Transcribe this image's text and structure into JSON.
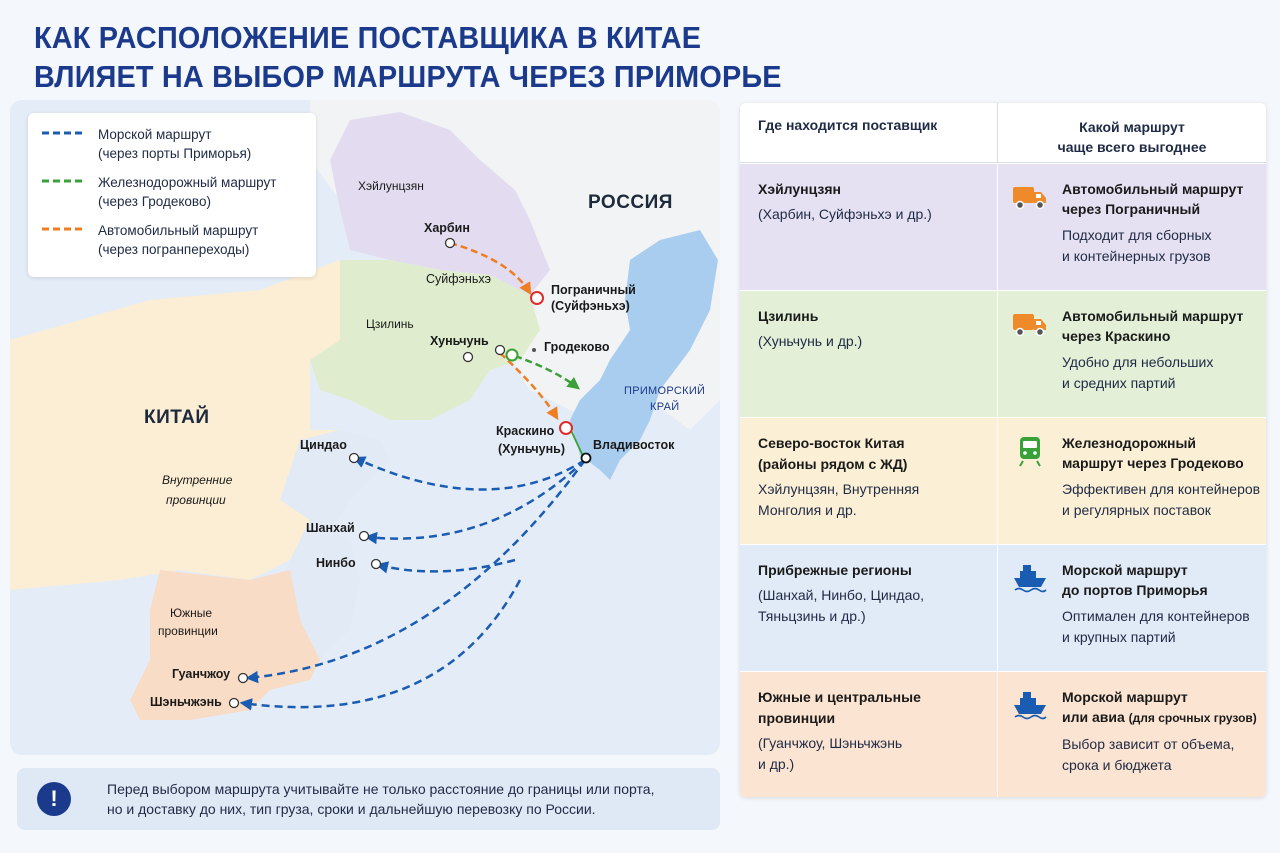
{
  "title": {
    "line1": "КАК РАСПОЛОЖЕНИЕ ПОСТАВЩИКА В КИТАЕ",
    "line2": "ВЛИЯЕТ НА ВЫБОР МАРШРУТА ЧЕРЕЗ ПРИМОРЬЕ"
  },
  "colors": {
    "sea": "#1b5cb3",
    "rail": "#3aa13a",
    "auto": "#ef7d22",
    "heilongjiang": "#e3dcf0",
    "jilin": "#dfedce",
    "north_china": "#fbeed4",
    "coastal": "#e2eaf5",
    "south": "#f9dcc5",
    "primorye": "#a9cdee",
    "russia": "#f2f3f5",
    "water": "#e4edf7",
    "title": "#1b3a8c"
  },
  "legend": [
    {
      "type": "sea",
      "line1": "Морской маршрут",
      "line2": "(через порты Приморья)"
    },
    {
      "type": "rail",
      "line1": "Железнодорожный маршрут",
      "line2": "(через Гродеково)"
    },
    {
      "type": "auto",
      "line1": "Автомобильный маршрут",
      "line2": "(через погранпереходы)"
    }
  ],
  "map": {
    "russia": "РОССИЯ",
    "china": "КИТАЙ",
    "heilongjiang": "Хэйлунцзян",
    "jilin": "Цзилинь",
    "inner_1": "Внутренние",
    "inner_2": "провинции",
    "south_1": "Южные",
    "south_2": "провинции",
    "krai_1": "ПРИМОРСКИЙ",
    "krai_2": "КРАЙ",
    "harbin": "Харбин",
    "suifenhe": "Суйфэньхэ",
    "pogranichny_1": "Пограничный",
    "pogranichny_2": "(Суйфэньхэ)",
    "hunchun": "Хуньчунь",
    "grodekovo": "Гродеково",
    "kraskino_1": "Краскино",
    "kraskino_2": "(Хуньчунь)",
    "vladivostok": "Владивосток",
    "qingdao": "Циндао",
    "shanghai": "Шанхай",
    "ningbo": "Нинбо",
    "guangzhou": "Гуанчжоу",
    "shenzhen": "Шэньчжэнь"
  },
  "note": {
    "icon": "!",
    "line1": "Перед выбором маршрута учитывайте не только расстояние до границы или порта,",
    "line2": "но и доставку до них, тип груза, сроки и дальнейшую перевозку по России."
  },
  "table": {
    "header": {
      "col1": "Где находится поставщик",
      "col2_line1": "Какой маршрут",
      "col2_line2": "чаще всего выгоднее"
    },
    "rows": [
      {
        "bg": "#e6e1f2",
        "icon": "truck-icon",
        "region_lines": [
          "Хэйлунцзян"
        ],
        "details_lines": [
          "(Харбин, Суйфэньхэ и др.)"
        ],
        "route_lines": [
          "Автомобильный маршрут",
          "через Пограничный"
        ],
        "route_small": "",
        "desc_lines": [
          "Подходит для сборных",
          "и контейнерных грузов"
        ]
      },
      {
        "bg": "#e3efd7",
        "icon": "truck-icon",
        "region_lines": [
          "Цзилинь"
        ],
        "details_lines": [
          "(Хуньчунь и др.)"
        ],
        "route_lines": [
          "Автомобильный маршрут",
          "через Краскино"
        ],
        "route_small": "",
        "desc_lines": [
          "Удобно для небольших",
          "и средних партий"
        ]
      },
      {
        "bg": "#fbf0d6",
        "icon": "train-icon",
        "region_lines": [
          "Северо-восток Китая",
          "(районы рядом с ЖД)"
        ],
        "details_lines": [
          "Хэйлунцзян, Внутренняя",
          "Монголия и др."
        ],
        "route_lines": [
          "Железнодорожный",
          "маршрут через Гродеково"
        ],
        "route_small": "",
        "desc_lines": [
          "Эффективен для контейнеров",
          "и регулярных поставок"
        ]
      },
      {
        "bg": "#e1eaf7",
        "icon": "ship-icon",
        "region_lines": [
          "Прибрежные регионы"
        ],
        "details_lines": [
          "(Шанхай, Нинбо, Циндао,",
          "Тяньцзинь и др.)"
        ],
        "route_lines": [
          "Морской маршрут",
          "до портов Приморья"
        ],
        "route_small": "",
        "desc_lines": [
          "Оптимален для контейнеров",
          "и крупных партий"
        ]
      },
      {
        "bg": "#fbe4d2",
        "icon": "ship-icon",
        "region_lines": [
          "Южные и центральные",
          "провинции"
        ],
        "details_lines": [
          "(Гуанчжоу, Шэньчжэнь",
          "и др.)"
        ],
        "route_lines": [
          "Морской маршрут",
          "или авиа"
        ],
        "route_small": "(для срочных грузов)",
        "desc_lines": [
          "Выбор зависит от объема,",
          "срока и бюджета"
        ]
      }
    ]
  }
}
